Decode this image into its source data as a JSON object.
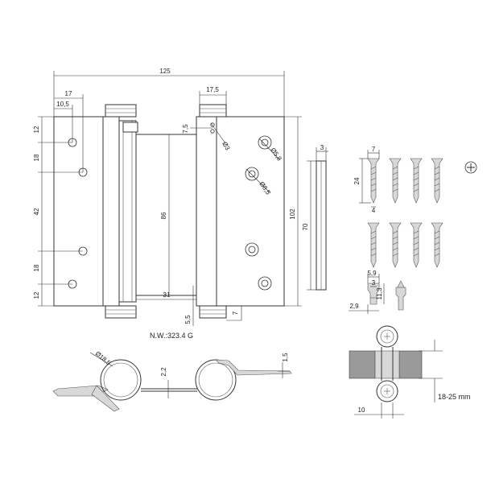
{
  "front_view": {
    "width_125": "125",
    "offset_17": "17",
    "offset_10_5": "10,5",
    "offset_17_5": "17,5",
    "v_12_top": "12",
    "v_18_a": "18",
    "v_42": "42",
    "v_18_b": "18",
    "v_12_bot": "12",
    "height_86": "86",
    "height_102": "102",
    "height_70": "70",
    "dim_31": "31",
    "dim_5_5": "5,5",
    "dim_7_bottom": "7",
    "dim_7_5": "7,5",
    "dia_3": "Ø3",
    "dia_5_8": "Ø5,8",
    "dia_8_5": "Ø8,5",
    "weight": "N.W.:323.4 G"
  },
  "side_view": {
    "thickness_3": "3"
  },
  "screws": {
    "dim_7": "7",
    "dim_24": "24",
    "dim_4": "4"
  },
  "pins": {
    "dim_5_9": "5,9",
    "dim_3": "3",
    "dim_11_3": "11,3",
    "dim_2_9": "2,9"
  },
  "bottom_view": {
    "dia_18_5": "Ø18,5",
    "dim_2_2": "2,2",
    "dim_1_5": "1,5"
  },
  "install_view": {
    "dim_10": "10",
    "door_range": "18-25 mm"
  }
}
